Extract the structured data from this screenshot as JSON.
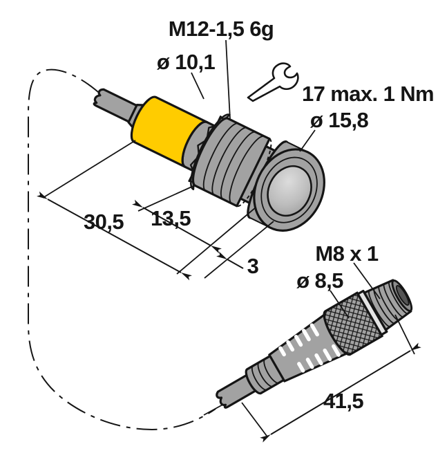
{
  "drawing": {
    "type": "technical-dimension-drawing",
    "subject": "Barrel sensor with M12 mounting nut and M8 quick-disconnect pigtail connector",
    "labels": {
      "thread_spec": "M12-1,5 6g",
      "barrel_diameter": "ø 10,1",
      "wrench_torque": "17 max. 1 Nm",
      "flange_diameter": "ø 15,8",
      "overall_length": "30,5",
      "nut_length": "13,5",
      "flange_thickness": "3",
      "connector_thread": "M8 x 1",
      "connector_diameter": "ø 8,5",
      "connector_length": "41,5"
    },
    "colors": {
      "housing_yellow": "#FFCC00",
      "metal_gray": "#A2A2A2",
      "outline_black": "#151515",
      "background": "#FFFFFF"
    },
    "icons": [
      {
        "name": "wrench-icon",
        "meaning": "spanner size 17, tighten max. 1 Nm"
      }
    ]
  }
}
